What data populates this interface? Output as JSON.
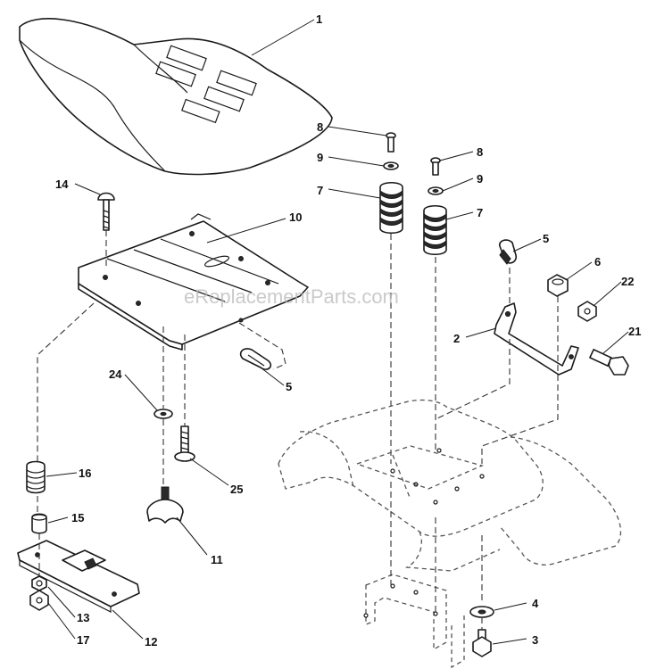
{
  "watermark": "eReplacementParts.com",
  "callouts": [
    "1",
    "2",
    "3",
    "4",
    "5",
    "5",
    "6",
    "7",
    "7",
    "8",
    "8",
    "9",
    "9",
    "10",
    "11",
    "12",
    "13",
    "14",
    "15",
    "16",
    "17",
    "21",
    "22",
    "24",
    "25"
  ]
}
